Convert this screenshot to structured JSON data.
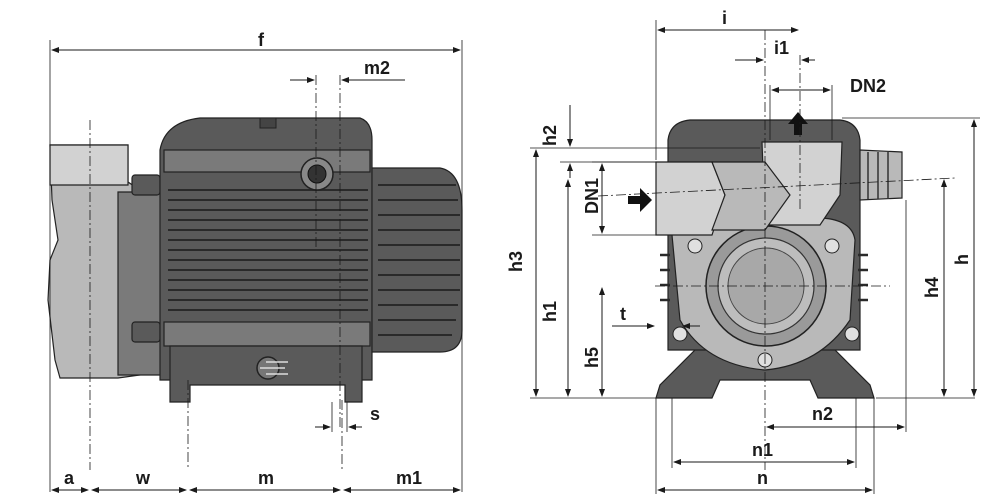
{
  "labels": {
    "f": "f",
    "m2": "m2",
    "s": "s",
    "a": "a",
    "w": "w",
    "m": "m",
    "m1": "m1",
    "i": "i",
    "i1": "i1",
    "DN2": "DN2",
    "h2": "h2",
    "DN1": "DN1",
    "h3": "h3",
    "h1": "h1",
    "t": "t",
    "h5": "h5",
    "h4": "h4",
    "h": "h",
    "n2": "n2",
    "n1": "n1",
    "n": "n"
  },
  "colors": {
    "motor_body": "#5a5a5a",
    "pump_casing": "#b9b9b9",
    "line": "#1a1a1a"
  }
}
